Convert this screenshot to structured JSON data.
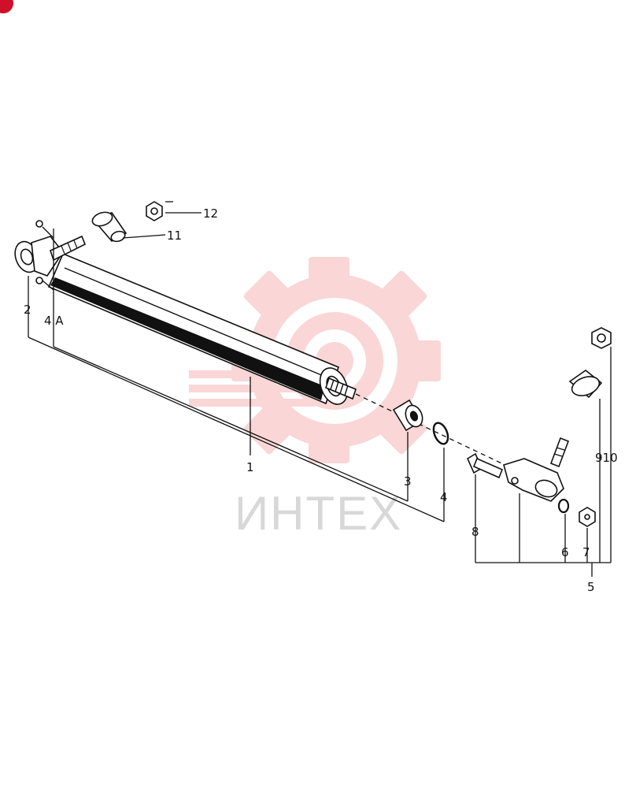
{
  "diagram": {
    "watermark_text": "ИНТЕХ",
    "labels": {
      "l1": "1",
      "l2": "2",
      "l3": "3",
      "l4": "4",
      "l4a": "4 A",
      "l5": "5",
      "l6": "6",
      "l7": "7",
      "l8": "8",
      "l910": "910",
      "l11": "11",
      "l12": "12"
    },
    "colors": {
      "ink": "#111111",
      "watermark": "#f2b8b8",
      "corner_badge": "#d0102a"
    }
  }
}
